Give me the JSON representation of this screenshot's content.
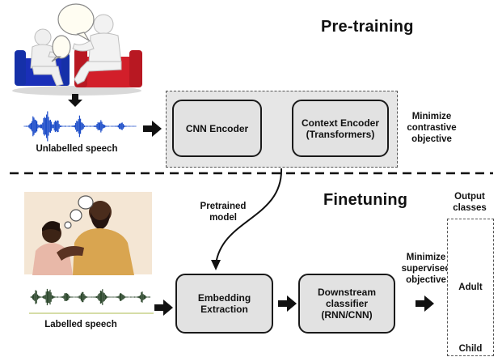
{
  "pretraining": {
    "title": "Pre-training",
    "speech_caption": "Unlabelled speech",
    "cnn_encoder_label": "CNN Encoder",
    "context_encoder_label": "Context Encoder\n(Transformers)",
    "objective_label": "Minimize\ncontrastive\nobjective"
  },
  "connector": {
    "pretrained_model_label": "Pretrained\nmodel"
  },
  "finetuning": {
    "title": "Finetuning",
    "speech_caption": "Labelled speech",
    "embedding_label": "Embedding\nExtraction",
    "classifier_label": "Downstream\nclassifier\n(RNN/CNN)",
    "objective_label": "Minimize\nsupervised\nobjective",
    "output_title": "Output\nclasses",
    "class_adult": "Adult",
    "class_child": "Child"
  },
  "colors": {
    "waveform_blue": "#1f4fc9",
    "waveform_dark": "#2f4a2f",
    "sofa_red": "#d21f2a",
    "sofa_blue": "#1a2fb8",
    "box_fill": "#e2e2e2",
    "region_fill": "#e6e6e6",
    "arrow": "#111111",
    "person_icon": "#1a1a1a"
  }
}
